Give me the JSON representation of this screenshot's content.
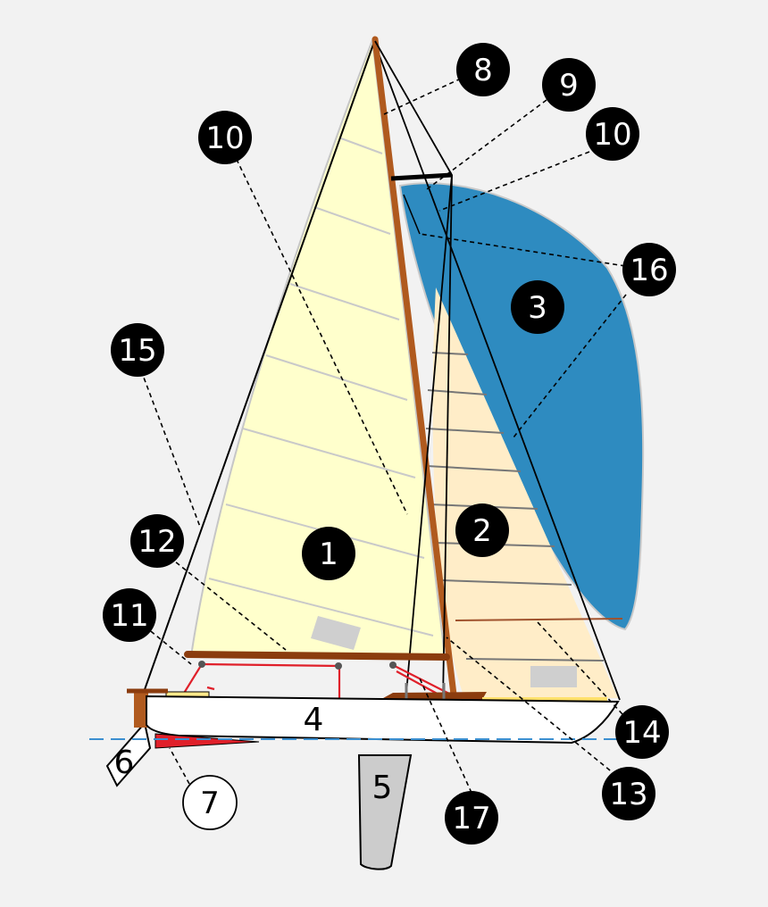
{
  "diagram": {
    "markers": [
      {
        "id": "m1",
        "text": "1"
      },
      {
        "id": "m2",
        "text": "2"
      },
      {
        "id": "m3",
        "text": "3"
      },
      {
        "id": "m4",
        "text": "4"
      },
      {
        "id": "m5",
        "text": "5"
      },
      {
        "id": "m6",
        "text": "6"
      },
      {
        "id": "m7",
        "text": "7"
      },
      {
        "id": "m8",
        "text": "8"
      },
      {
        "id": "m9",
        "text": "9"
      },
      {
        "id": "m10a",
        "text": "10"
      },
      {
        "id": "m10b",
        "text": "10"
      },
      {
        "id": "m11",
        "text": "11"
      },
      {
        "id": "m12",
        "text": "12"
      },
      {
        "id": "m13",
        "text": "13"
      },
      {
        "id": "m14",
        "text": "14"
      },
      {
        "id": "m15",
        "text": "15"
      },
      {
        "id": "m16",
        "text": "16"
      },
      {
        "id": "m17",
        "text": "17"
      }
    ],
    "colors": {
      "background": "#f2f2f2",
      "mainsail": "#ffffcc",
      "jib": "#ffedc8",
      "spinnaker": "#2e8bc0",
      "mast": "#b05a1e",
      "boom": "#8b3c0e",
      "hull": "#ffffff",
      "keel": "#cccccc",
      "water_line": "#3b8fd0",
      "rigging_red": "#e0202a",
      "marker_fill": "#000000"
    }
  }
}
